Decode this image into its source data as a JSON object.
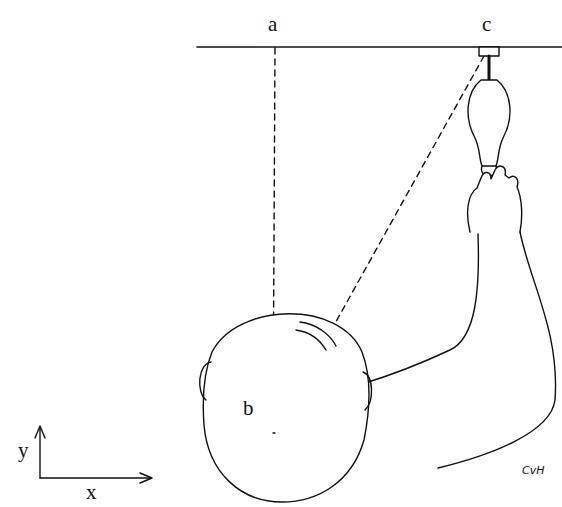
{
  "diagram": {
    "labels": [
      "a",
      "c",
      "b",
      "y",
      "x",
      "CvH"
    ]
  }
}
